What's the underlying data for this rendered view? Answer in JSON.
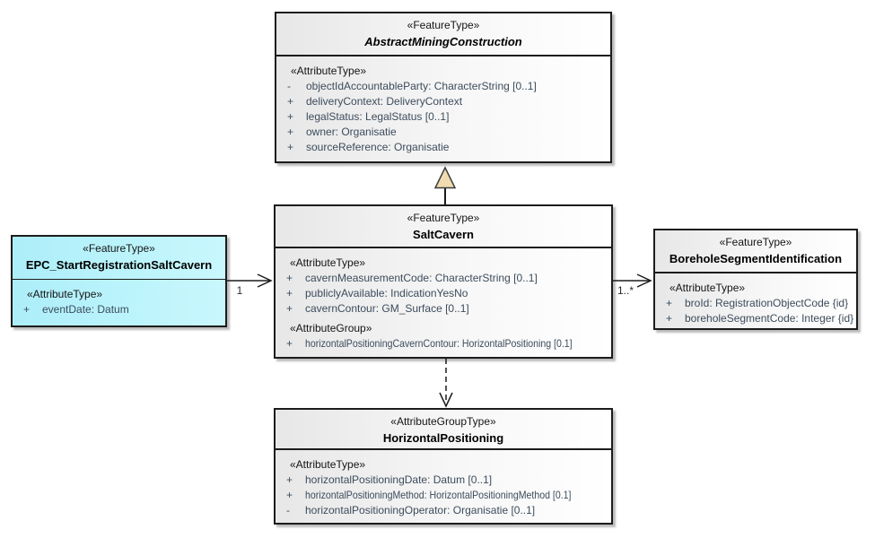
{
  "colors": {
    "highlight_class_fill": "#b3f0fa",
    "generalization_triangle_fill": "#f0dcb0",
    "box_fill_gradient_start": "#e7e7e7",
    "border": "#1c1c1c",
    "attribute_text": "#3c4c5c"
  },
  "classes": [
    {
      "stereotype": "«FeatureType»",
      "name": "AbstractMiningConstruction",
      "abstract": true,
      "sections": [
        {
          "label": "«AttributeType»",
          "attrs": [
            {
              "v": "-",
              "t": "objectIdAccountableParty: CharacterString [0..1]"
            },
            {
              "v": "+",
              "t": "deliveryContext: DeliveryContext"
            },
            {
              "v": "+",
              "t": "legalStatus: LegalStatus [0..1]"
            },
            {
              "v": "+",
              "t": "owner: Organisatie"
            },
            {
              "v": "+",
              "t": "sourceReference: Organisatie"
            }
          ]
        }
      ]
    },
    {
      "stereotype": "«FeatureType»",
      "name": "SaltCavern",
      "abstract": false,
      "sections": [
        {
          "label": "«AttributeType»",
          "attrs": [
            {
              "v": "+",
              "t": "cavernMeasurementCode: CharacterString [0..1]"
            },
            {
              "v": "+",
              "t": "publiclyAvailable: IndicationYesNo"
            },
            {
              "v": "+",
              "t": "cavernContour: GM_Surface [0..1]"
            }
          ]
        },
        {
          "label": "«AttributeGroup»",
          "attrs": [
            {
              "v": "+",
              "t": "horizontalPositioningCavernContour: HorizontalPositioning [0.1]"
            }
          ]
        }
      ]
    },
    {
      "stereotype": "«FeatureType»",
      "name": "EPC_StartRegistrationSaltCavern",
      "abstract": false,
      "sections": [
        {
          "label": "«AttributeType»",
          "attrs": [
            {
              "v": "+",
              "t": "eventDate: Datum"
            }
          ]
        }
      ]
    },
    {
      "stereotype": "«FeatureType»",
      "name": "BoreholeSegmentIdentification",
      "abstract": false,
      "sections": [
        {
          "label": "«AttributeType»",
          "attrs": [
            {
              "v": "+",
              "t": "broId: RegistrationObjectCode {id}"
            },
            {
              "v": "+",
              "t": "boreholeSegmentCode: Integer {id}"
            }
          ]
        }
      ]
    },
    {
      "stereotype": "«AttributeGroupType»",
      "name": "HorizontalPositioning",
      "abstract": false,
      "sections": [
        {
          "label": "«AttributeType»",
          "attrs": [
            {
              "v": "+",
              "t": "horizontalPositioningDate: Datum [0..1]"
            },
            {
              "v": "+",
              "t": "horizontalPositioningMethod: HorizontalPositioningMethod [0.1]"
            },
            {
              "v": "-",
              "t": "horizontalPositioningOperator: Organisatie [0..1]"
            }
          ]
        }
      ]
    }
  ],
  "connectors": {
    "epc_to_saltcavern": {
      "multiplicity": "1"
    },
    "saltcavern_to_borehole": {
      "multiplicity": "1..*"
    },
    "generalization": {
      "from": "SaltCavern",
      "to": "AbstractMiningConstruction"
    },
    "dependency": {
      "from": "SaltCavern",
      "to": "HorizontalPositioning"
    }
  }
}
